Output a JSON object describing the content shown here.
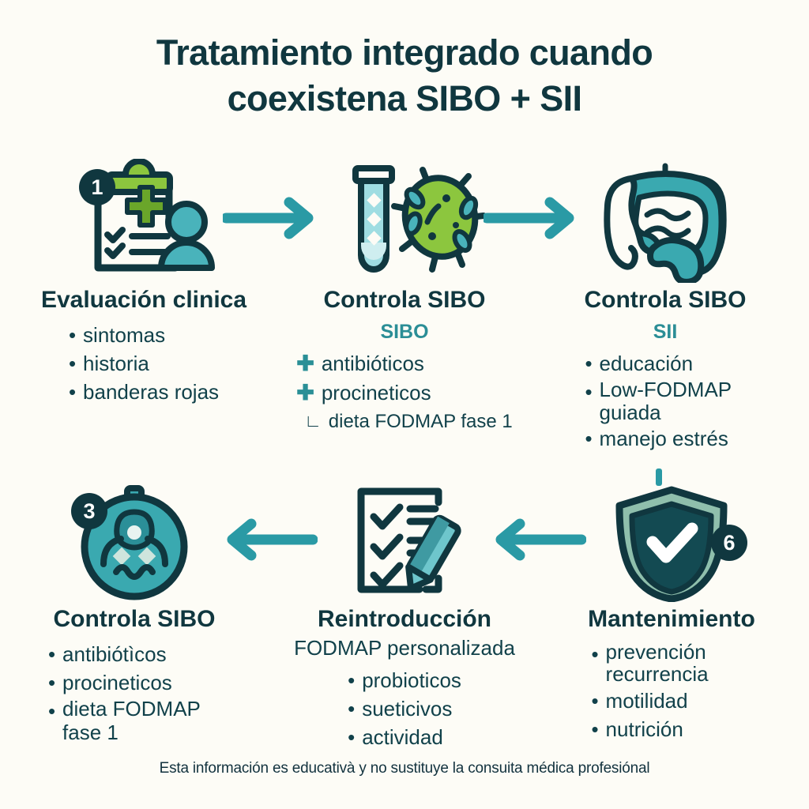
{
  "header": {
    "title": "Tratamiento integrado cuando coexistena SIBO + SII"
  },
  "colors": {
    "background": "#fdfcf6",
    "dark_teal": "#10373f",
    "accent_teal": "#2a9aa5",
    "subtitle_teal": "#2b8e96",
    "green": "#8cc63e",
    "light_teal": "#7fd0d4",
    "shield_light": "#8fbfac"
  },
  "steps": [
    {
      "id": "evaluacion-clinica",
      "badge": "1",
      "icon": "clipboard-person-icon",
      "title": "Evaluación clinica",
      "subtitle": "",
      "subtitle_style": "none",
      "bullets": [
        {
          "marker": "dot",
          "text": "sintomas"
        },
        {
          "marker": "dot",
          "text": "historia"
        },
        {
          "marker": "dot",
          "text": "banderas rojas"
        }
      ]
    },
    {
      "id": "controla-sibo-test",
      "badge": "",
      "icon": "test-tube-bacteria-icon",
      "title": "Controla  SIBO",
      "subtitle": "SIBO",
      "subtitle_style": "teal",
      "bullets": [
        {
          "marker": "plus",
          "text": "antibióticos"
        },
        {
          "marker": "plus",
          "text": "procineticos"
        },
        {
          "marker": "corner",
          "text": "dieta FODMAP fase 1"
        }
      ]
    },
    {
      "id": "controla-sibo-intestino",
      "badge": "",
      "icon": "intestine-icon",
      "title": "Controla SIBO",
      "subtitle": "SII",
      "subtitle_style": "teal",
      "bullets": [
        {
          "marker": "dot",
          "text": "educación"
        },
        {
          "marker": "dot",
          "text": "Low-FODMAP guiada"
        },
        {
          "marker": "dot",
          "text": "manejo estrés"
        }
      ]
    },
    {
      "id": "controla-sibo-paciente",
      "badge": "3",
      "icon": "patient-circle-icon",
      "title": "Controla SIBO",
      "subtitle": "",
      "subtitle_style": "none",
      "bullets": [
        {
          "marker": "dot",
          "text": "antibiótìcos"
        },
        {
          "marker": "dot",
          "text": "procineticos"
        },
        {
          "marker": "dot",
          "text": "dieta FODMAP fase 1"
        }
      ]
    },
    {
      "id": "reintroduccion",
      "badge": "",
      "icon": "checklist-pencil-icon",
      "title": "Reintroducción",
      "subtitle": "FODMAP personalizada",
      "subtitle_style": "dark",
      "bullets": [
        {
          "marker": "dot",
          "text": "probioticos"
        },
        {
          "marker": "dot",
          "text": "sueticivos"
        },
        {
          "marker": "dot",
          "text": "actividad"
        }
      ]
    },
    {
      "id": "mantenimiento",
      "badge": "6",
      "icon": "shield-check-icon",
      "title": "Mantenimiento",
      "subtitle": "",
      "subtitle_style": "none",
      "bullets": [
        {
          "marker": "dot",
          "text": "prevención recurrencia"
        },
        {
          "marker": "dot",
          "text": "motilidad"
        },
        {
          "marker": "dot",
          "text": "nutrición"
        }
      ]
    }
  ],
  "connectors": [
    {
      "id": "arrow-1-to-2",
      "direction": "right"
    },
    {
      "id": "arrow-2-to-3",
      "direction": "right"
    },
    {
      "id": "connector-3-to-6",
      "direction": "down"
    },
    {
      "id": "arrow-6-to-5",
      "direction": "left"
    },
    {
      "id": "arrow-5-to-3b",
      "direction": "left"
    }
  ],
  "footer": {
    "disclaimer": "Esta información es educativà y no sustituye la consuita médica profesiónal"
  }
}
